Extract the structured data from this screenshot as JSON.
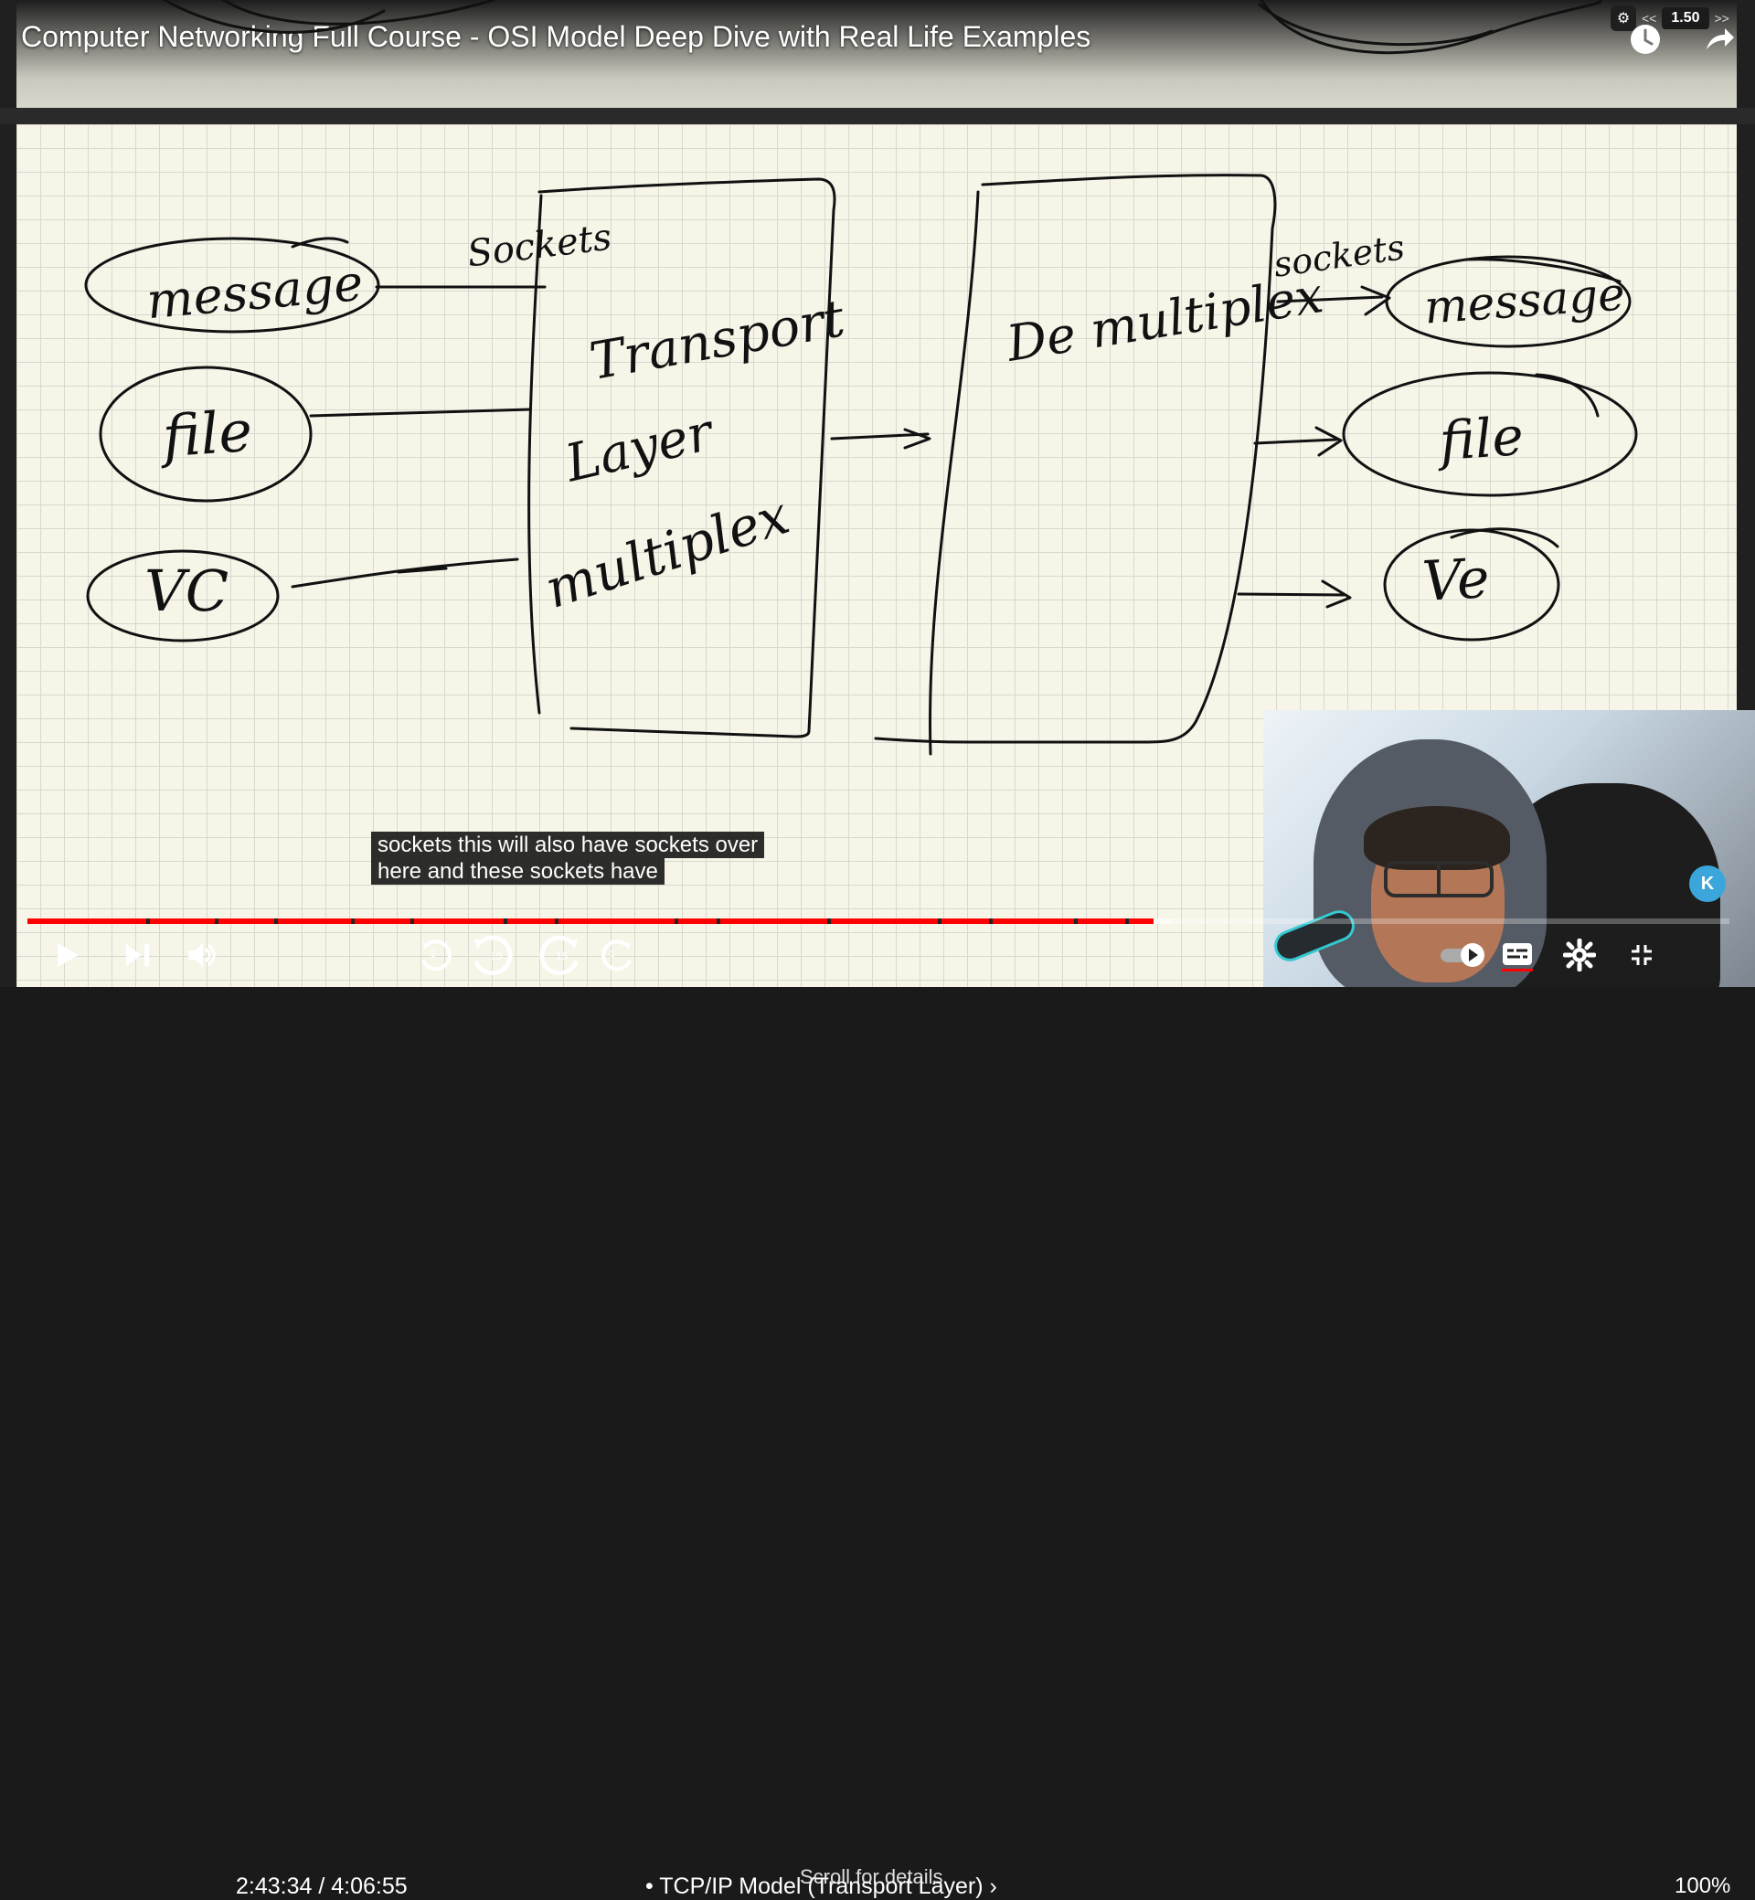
{
  "app": {
    "title": "Computer Networking Full Course - OSI Model Deep Dive with Real Life Examples",
    "speed": "1.50",
    "speed_prev": "<<",
    "speed_next": ">>",
    "top_icons": [
      "settings-icon",
      "clock-icon",
      "share-icon"
    ]
  },
  "whiteboard": {
    "labels": {
      "sockets_left": "Sockets",
      "message_left": "message",
      "file_left": "file",
      "vc_left": "VC",
      "transport": "Transport",
      "layer": "Layer",
      "multiplex": "multiplex",
      "demultiplex": "De multiplex",
      "sockets_right": "sockets",
      "message_right": "message",
      "file_right": "file",
      "vc_right": "Ve"
    }
  },
  "subtitle": {
    "line1": "sockets this will also have sockets over",
    "line2": "here and these sockets have"
  },
  "player": {
    "progress": 0.6618,
    "buffer_to": 0.6718,
    "time": "2:43:34 / 4:06:55",
    "chapter": "• TCP/IP Model (Transport Layer) ›",
    "scroll_hint": "Scroll for details",
    "skip_back_small": "3",
    "skip_back": "15",
    "skip_forward": "15",
    "skip_forward_small": "3",
    "volume_percent": "100%",
    "controls": [
      "play-icon",
      "next-icon",
      "volume-icon",
      "autoplay-icon",
      "captions-icon",
      "gear-icon",
      "exit-fullscreen-icon"
    ],
    "chapter_markers": [
      0.07,
      0.11,
      0.145,
      0.19,
      0.225,
      0.28,
      0.31,
      0.38,
      0.405,
      0.47,
      0.535,
      0.565,
      0.615,
      0.645
    ]
  },
  "colors": {
    "progress": "#ff0000",
    "board": "#f6f5e8",
    "grid": "#d8d8ce",
    "ink": "#111111",
    "cam_accent": "#3ba6db"
  }
}
